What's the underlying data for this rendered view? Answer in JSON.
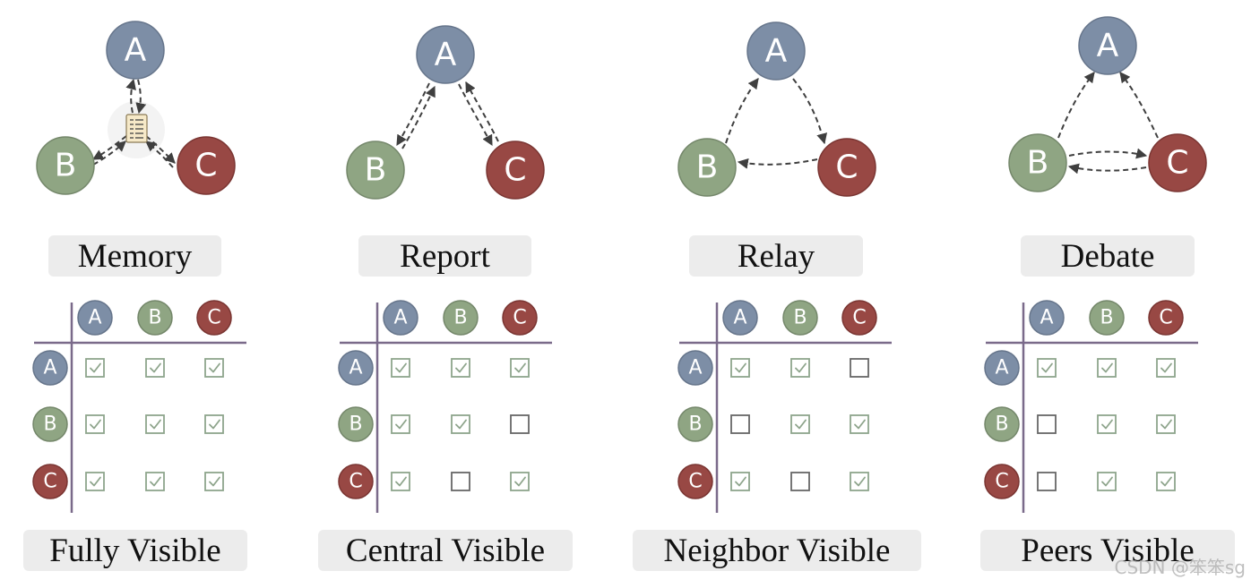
{
  "colors": {
    "node_a": "#7d8ea6",
    "node_b": "#8fa583",
    "node_c": "#984844",
    "edge": "#3f3f3f",
    "axis": "#7a6a8a",
    "checkbox": "#8ea58c",
    "checkbox_empty": "#676767",
    "label_bg": "#ececec"
  },
  "node_labels": [
    "A",
    "B",
    "C"
  ],
  "panels": [
    {
      "pattern": "Memory",
      "visibility": "Fully Visible",
      "graph_style": "memory",
      "matrix": [
        [
          true,
          true,
          true
        ],
        [
          true,
          true,
          true
        ],
        [
          true,
          true,
          true
        ]
      ]
    },
    {
      "pattern": "Report",
      "visibility": "Central Visible",
      "graph_style": "report",
      "matrix": [
        [
          true,
          true,
          true
        ],
        [
          true,
          true,
          false
        ],
        [
          true,
          false,
          true
        ]
      ]
    },
    {
      "pattern": "Relay",
      "visibility": "Neighbor Visible",
      "graph_style": "relay",
      "matrix": [
        [
          true,
          true,
          false
        ],
        [
          false,
          true,
          true
        ],
        [
          true,
          false,
          true
        ]
      ]
    },
    {
      "pattern": "Debate",
      "visibility": "Peers Visible",
      "graph_style": "debate",
      "matrix": [
        [
          true,
          true,
          true
        ],
        [
          false,
          true,
          true
        ],
        [
          false,
          true,
          true
        ]
      ]
    }
  ],
  "watermark": "CSDN @笨笨sg"
}
